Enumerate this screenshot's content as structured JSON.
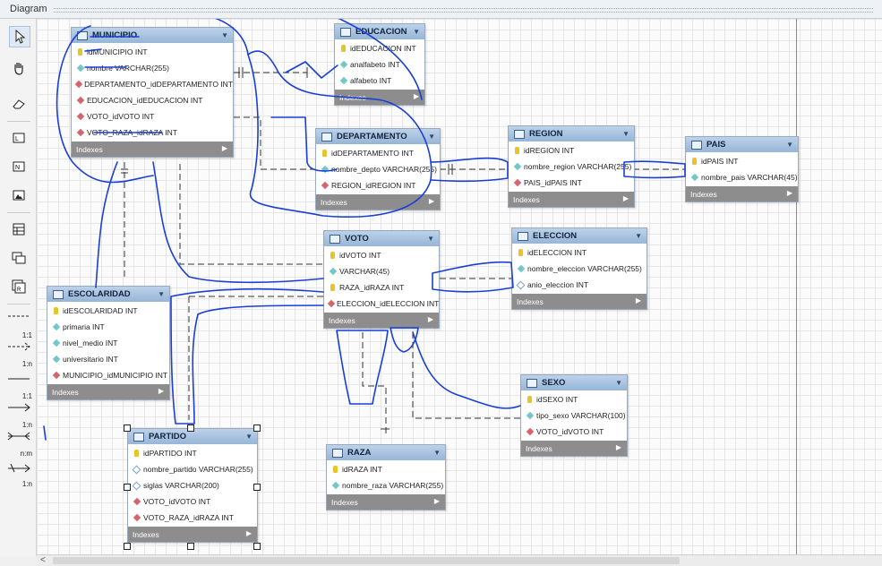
{
  "panel": {
    "title": "Diagram"
  },
  "tools": [
    "select-tool",
    "hand-tool",
    "eraser-tool",
    "layer-tool",
    "note-tool",
    "image-tool",
    "table-tool",
    "view-tool",
    "routine-tool"
  ],
  "relations": [
    "1:1",
    "1:n",
    "1:1",
    "1:n",
    "n:m",
    "1:n"
  ],
  "index_label": "Indexes",
  "entities": {
    "municipio": {
      "name": "MUNICIPIO",
      "cols": [
        {
          "icon": "key",
          "text": "idMUNICIPIO INT"
        },
        {
          "icon": "att",
          "text": "nombre VARCHAR(255)"
        },
        {
          "icon": "fk",
          "text": "DEPARTAMENTO_idDEPARTAMENTO INT"
        },
        {
          "icon": "fk",
          "text": "EDUCACION_idEDUCACION INT"
        },
        {
          "icon": "fk",
          "text": "VOTO_idVOTO INT"
        },
        {
          "icon": "fk",
          "text": "VOTO_RAZA_idRAZA INT"
        }
      ]
    },
    "educacion": {
      "name": "EDUCACION",
      "cols": [
        {
          "icon": "key",
          "text": "idEDUCACION INT"
        },
        {
          "icon": "att",
          "text": "analfabeto INT"
        },
        {
          "icon": "att",
          "text": "alfabeto INT"
        }
      ]
    },
    "departamento": {
      "name": "DEPARTAMENTO",
      "cols": [
        {
          "icon": "key",
          "text": "idDEPARTAMENTO INT"
        },
        {
          "icon": "att",
          "text": "nombre_depto VARCHAR(255)"
        },
        {
          "icon": "fk",
          "text": "REGION_idREGION INT"
        }
      ]
    },
    "region": {
      "name": "REGION",
      "cols": [
        {
          "icon": "key",
          "text": "idREGION INT"
        },
        {
          "icon": "att",
          "text": "nombre_region VARCHAR(255)"
        },
        {
          "icon": "fk",
          "text": "PAIS_idPAIS INT"
        }
      ]
    },
    "pais": {
      "name": "PAIS",
      "cols": [
        {
          "icon": "key",
          "text": "idPAIS INT"
        },
        {
          "icon": "att",
          "text": "nombre_pais VARCHAR(45)"
        }
      ]
    },
    "voto": {
      "name": "VOTO",
      "cols": [
        {
          "icon": "key",
          "text": "idVOTO INT"
        },
        {
          "icon": "att",
          "text": "VARCHAR(45)"
        },
        {
          "icon": "key",
          "text": "RAZA_idRAZA INT"
        },
        {
          "icon": "fk",
          "text": "ELECCION_idELECCION INT"
        }
      ]
    },
    "eleccion": {
      "name": "ELECCION",
      "cols": [
        {
          "icon": "key",
          "text": "idELECCION INT"
        },
        {
          "icon": "att",
          "text": "nombre_eleccion VARCHAR(255)"
        },
        {
          "icon": "hol",
          "text": "anio_eleccion INT"
        }
      ]
    },
    "escolaridad": {
      "name": "ESCOLARIDAD",
      "cols": [
        {
          "icon": "key",
          "text": "idESCOLARIDAD INT"
        },
        {
          "icon": "att",
          "text": "primaria INT"
        },
        {
          "icon": "att",
          "text": "nivel_medio INT"
        },
        {
          "icon": "att",
          "text": "universitario INT"
        },
        {
          "icon": "fk",
          "text": "MUNICIPIO_idMUNICIPIO INT"
        }
      ]
    },
    "sexo": {
      "name": "SEXO",
      "cols": [
        {
          "icon": "key",
          "text": "idSEXO INT"
        },
        {
          "icon": "att",
          "text": "tipo_sexo VARCHAR(100)"
        },
        {
          "icon": "fk",
          "text": "VOTO_idVOTO INT"
        }
      ]
    },
    "partido": {
      "name": "PARTIDO",
      "cols": [
        {
          "icon": "key",
          "text": "idPARTIDO INT"
        },
        {
          "icon": "hol",
          "text": "nombre_partido VARCHAR(255)"
        },
        {
          "icon": "hol",
          "text": "siglas VARCHAR(200)"
        },
        {
          "icon": "fk",
          "text": "VOTO_idVOTO INT"
        },
        {
          "icon": "fk",
          "text": "VOTO_RAZA_idRAZA INT"
        }
      ]
    },
    "raza": {
      "name": "RAZA",
      "cols": [
        {
          "icon": "key",
          "text": "idRAZA INT"
        },
        {
          "icon": "att",
          "text": "nombre_raza VARCHAR(255)"
        }
      ]
    }
  },
  "colors": {
    "header": "#a9c3e1",
    "footer": "#8d8d8d",
    "ink": "#1a3fd6"
  }
}
